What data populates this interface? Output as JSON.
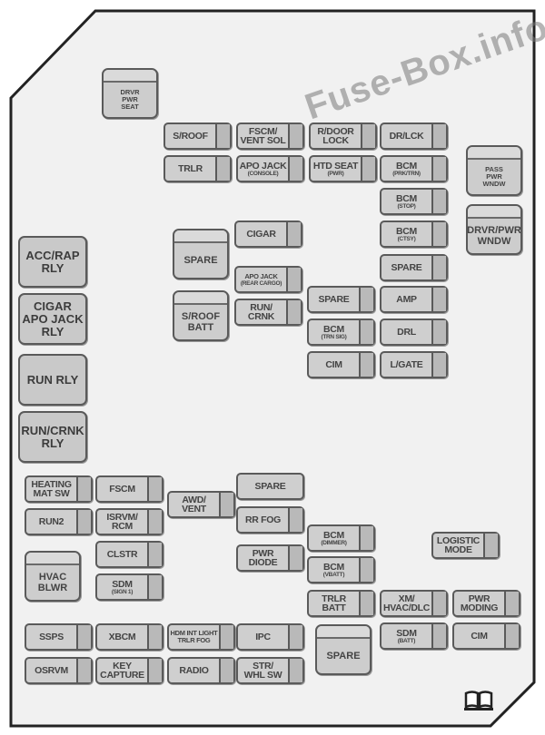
{
  "watermark": "Fuse-Box.info",
  "icons": {
    "manual": "book-icon"
  },
  "relays": [
    {
      "label": "DRVR",
      "line2": "PWR",
      "line3": "SEAT"
    },
    {
      "label": "PASS",
      "line2": "PWR",
      "line3": "WNDW"
    },
    {
      "label": "DRVR/PWR",
      "line2": "WNDW",
      "line3": ""
    },
    {
      "label": "SPARE",
      "line2": "",
      "line3": ""
    },
    {
      "label": "S/ROOF",
      "line2": "BATT",
      "line3": ""
    },
    {
      "label": "HVAC",
      "line2": "BLWR",
      "line3": ""
    },
    {
      "label": "SPARE",
      "line2": "",
      "line3": ""
    }
  ],
  "big_relays": [
    {
      "line1": "ACC/RAP",
      "line2": "RLY",
      "line3": ""
    },
    {
      "line1": "CIGAR",
      "line2": "APO JACK",
      "line3": "RLY"
    },
    {
      "line1": "RUN RLY",
      "line2": "",
      "line3": ""
    },
    {
      "line1": "RUN/CRNK",
      "line2": "RLY",
      "line3": ""
    }
  ],
  "fuses": [
    {
      "label": "S/ROOF",
      "sub": ""
    },
    {
      "label": "FSCM/",
      "sub": "VENT SOL"
    },
    {
      "label": "R/DOOR",
      "sub": "LOCK"
    },
    {
      "label": "DR/LCK",
      "sub": ""
    },
    {
      "label": "TRLR",
      "sub": ""
    },
    {
      "label": "APO JACK",
      "sub": "(CONSOLE)"
    },
    {
      "label": "HTD SEAT",
      "sub": "(PWR)"
    },
    {
      "label": "BCM",
      "sub": "(PRK/TRN)"
    },
    {
      "label": "BCM",
      "sub": "(STOP)"
    },
    {
      "label": "CIGAR",
      "sub": ""
    },
    {
      "label": "BCM",
      "sub": "(CTSY)"
    },
    {
      "label": "APO JACK",
      "sub": "(REAR CARGO)"
    },
    {
      "label": "SPARE",
      "sub": ""
    },
    {
      "label": "RUN/",
      "sub": "CRNK"
    },
    {
      "label": "SPARE",
      "sub": ""
    },
    {
      "label": "AMP",
      "sub": ""
    },
    {
      "label": "BCM",
      "sub": "(TRN SIG)"
    },
    {
      "label": "DRL",
      "sub": ""
    },
    {
      "label": "CIM",
      "sub": ""
    },
    {
      "label": "L/GATE",
      "sub": ""
    },
    {
      "label": "HEATING",
      "sub": "MAT SW"
    },
    {
      "label": "FSCM",
      "sub": ""
    },
    {
      "label": "AWD/",
      "sub": "VENT"
    },
    {
      "label": "SPARE",
      "sub": ""
    },
    {
      "label": "RUN2",
      "sub": ""
    },
    {
      "label": "ISRVM/",
      "sub": "RCM"
    },
    {
      "label": "RR FOG",
      "sub": ""
    },
    {
      "label": "CLSTR",
      "sub": ""
    },
    {
      "label": "PWR",
      "sub": "DIODE"
    },
    {
      "label": "SDM",
      "sub": "(SIGN 1)"
    },
    {
      "label": "BCM",
      "sub": "(DIMMER)"
    },
    {
      "label": "BCM",
      "sub": "(VBATT)"
    },
    {
      "label": "LOGISTIC",
      "sub": "MODE"
    },
    {
      "label": "TRLR",
      "sub": "BATT"
    },
    {
      "label": "XM/",
      "sub": "HVAC/DLC"
    },
    {
      "label": "PWR",
      "sub": "MODING"
    },
    {
      "label": "SDM",
      "sub": "(BATT)"
    },
    {
      "label": "CIM",
      "sub": ""
    },
    {
      "label": "SSPS",
      "sub": ""
    },
    {
      "label": "XBCM",
      "sub": ""
    },
    {
      "label": "HDM INT LIGHT",
      "sub": "TRLR FOG"
    },
    {
      "label": "IPC",
      "sub": ""
    },
    {
      "label": "OSRVM",
      "sub": ""
    },
    {
      "label": "KEY",
      "sub": "CAPTURE"
    },
    {
      "label": "RADIO",
      "sub": ""
    },
    {
      "label": "STR/",
      "sub": "WHL SW"
    }
  ]
}
